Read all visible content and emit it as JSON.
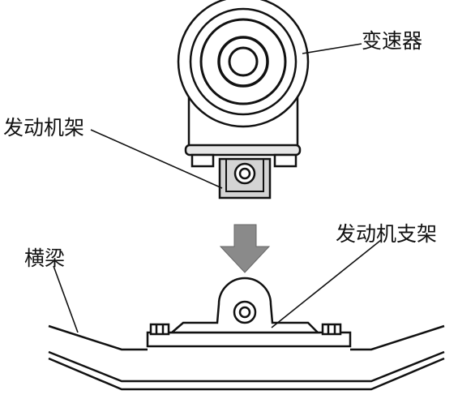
{
  "labels": {
    "transmission": "变速器",
    "engine_mount": "发动机架",
    "crossbeam": "横梁",
    "engine_support": "发动机支架"
  },
  "colors": {
    "stroke": "#111111",
    "mount_fill": "#d4d4d4",
    "arrow_fill": "#8a8a8a",
    "background": "#ffffff"
  }
}
